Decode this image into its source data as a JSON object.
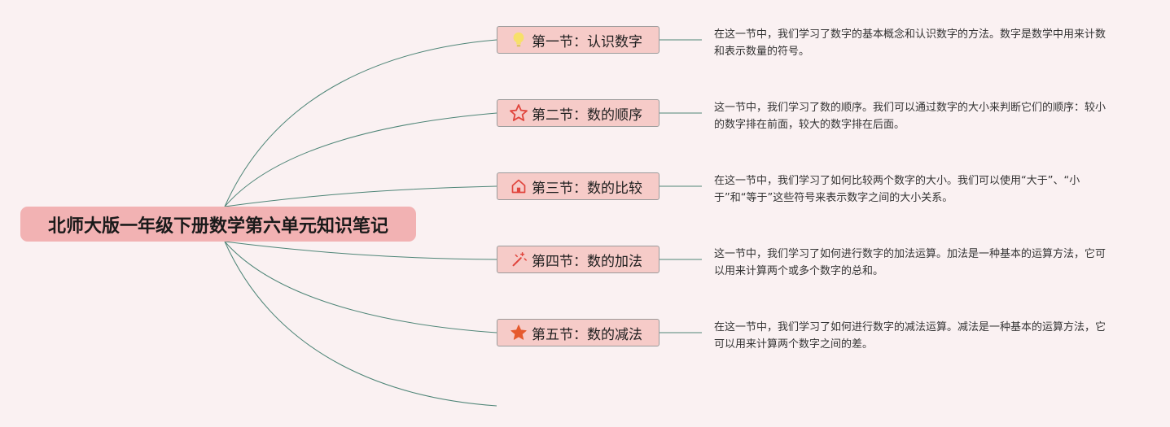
{
  "title": "北师大版一年级下册数学第六单元知识笔记",
  "sections": [
    {
      "label": "第一节：认识数字",
      "icon": "lightbulb-icon",
      "note": "在这一节中，我们学习了数字的基本概念和认识数字的方法。数字是数学中用来计数和表示数量的符号。"
    },
    {
      "label": "第二节：数的顺序",
      "icon": "star-outline-icon",
      "note": "这一节中，我们学习了数的顺序。我们可以通过数字的大小来判断它们的顺序：较小的数字排在前面，较大的数字排在后面。"
    },
    {
      "label": "第三节：数的比较",
      "icon": "house-icon",
      "note": "在这一节中，我们学习了如何比较两个数字的大小。我们可以使用“大于”、“小于”和“等于”这些符号来表示数字之间的大小关系。"
    },
    {
      "label": "第四节：数的加法",
      "icon": "magic-wand-icon",
      "note": "这一节中，我们学习了如何进行数字的加法运算。加法是一种基本的运算方法，它可以用来计算两个或多个数字的总和。"
    },
    {
      "label": "第五节：数的减法",
      "icon": "star-filled-icon",
      "note": "在这一节中，我们学习了如何进行数字的减法运算。减法是一种基本的运算方法，它可以用来计算两个数字之间的差。"
    }
  ],
  "colors": {
    "background": "#faf1f2",
    "root_fill": "#f2b2b3",
    "branch_fill": "#f6cbc8",
    "branch_border": "#9b9b9b",
    "connector": "#4e8577"
  }
}
